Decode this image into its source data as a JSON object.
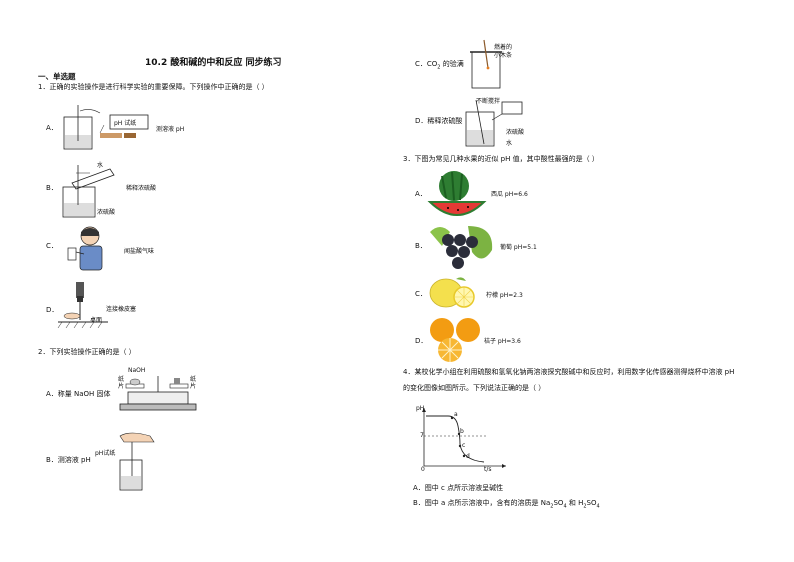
{
  "doc": {
    "title": "10.2 酸和碱的中和反应 同步练习",
    "section": "一、单选题"
  },
  "q1": {
    "stem": "1．正确的实验操作是进行科学实验的重要保障。下列操作中正确的是（      ）",
    "A": {
      "letter": "A．",
      "labels": [
        "pH 试纸",
        "测溶液 pH"
      ]
    },
    "B": {
      "letter": "B．",
      "labels": [
        "水",
        "稀释浓硫酸",
        "浓硫酸"
      ]
    },
    "C": {
      "letter": "C．",
      "labels": [
        "闻盐酸气味"
      ]
    },
    "D": {
      "letter": "D．",
      "labels": [
        "连接橡皮塞",
        "桌面"
      ]
    }
  },
  "q2": {
    "stem": "2．下列实验操作正确的是（      ）",
    "A": {
      "letter": "A．称量 NaOH 固体",
      "labels": [
        "NaOH",
        "纸",
        "片",
        "纸",
        "片"
      ]
    },
    "B": {
      "letter": "B．测溶液 pH",
      "labels": [
        "pH试纸"
      ]
    },
    "C": {
      "letter": "C．CO",
      "sub": "2",
      "rest": " 的验满",
      "labels": [
        "燃着的",
        "小木条"
      ]
    },
    "D": {
      "letter": "D．稀释浓硫酸",
      "labels": [
        "不断搅拌",
        "浓硫酸",
        "水"
      ]
    }
  },
  "q3": {
    "stem": "3．下图为常见几种水果的近似 pH 值，其中酸性最强的是（      ）",
    "A": {
      "letter": "A．",
      "label": "西瓜 pH=6.6"
    },
    "B": {
      "letter": "B．",
      "label": "葡萄 pH=5.1"
    },
    "C": {
      "letter": "C．",
      "label": "柠檬 pH=2.3"
    },
    "D": {
      "letter": "D．",
      "label": "桔子 pH=3.6"
    }
  },
  "q4": {
    "stem1": "4．某校化学小组在利用硫酸和氢氧化钠两溶液探究酸碱中和反应时，利用数字化传感器测得烧杯中溶液 pH",
    "stem2": "的变化图像如图所示。下列说法正确的是（      ）",
    "graph": {
      "ylabel": "pH",
      "xlabel": "t/s",
      "origin": "0",
      "tick7": "7",
      "points": [
        "a",
        "b",
        "c",
        "d"
      ]
    },
    "A": "A．图中 c 点所示溶液呈碱性",
    "B": {
      "text": "B．图中 a 点所示溶液中，含有的溶质是 Na",
      "s1": "2",
      "m": "SO",
      "s2": "4",
      "m2": " 和 H",
      "s3": "2",
      "m3": "SO",
      "s4": "4"
    }
  },
  "colors": {
    "text": "#111111",
    "watermelon": "#2e7d32",
    "flesh": "#e53935",
    "grape": "#2b2d3a",
    "lemon": "#f4e04d",
    "orange": "#f39c12"
  }
}
